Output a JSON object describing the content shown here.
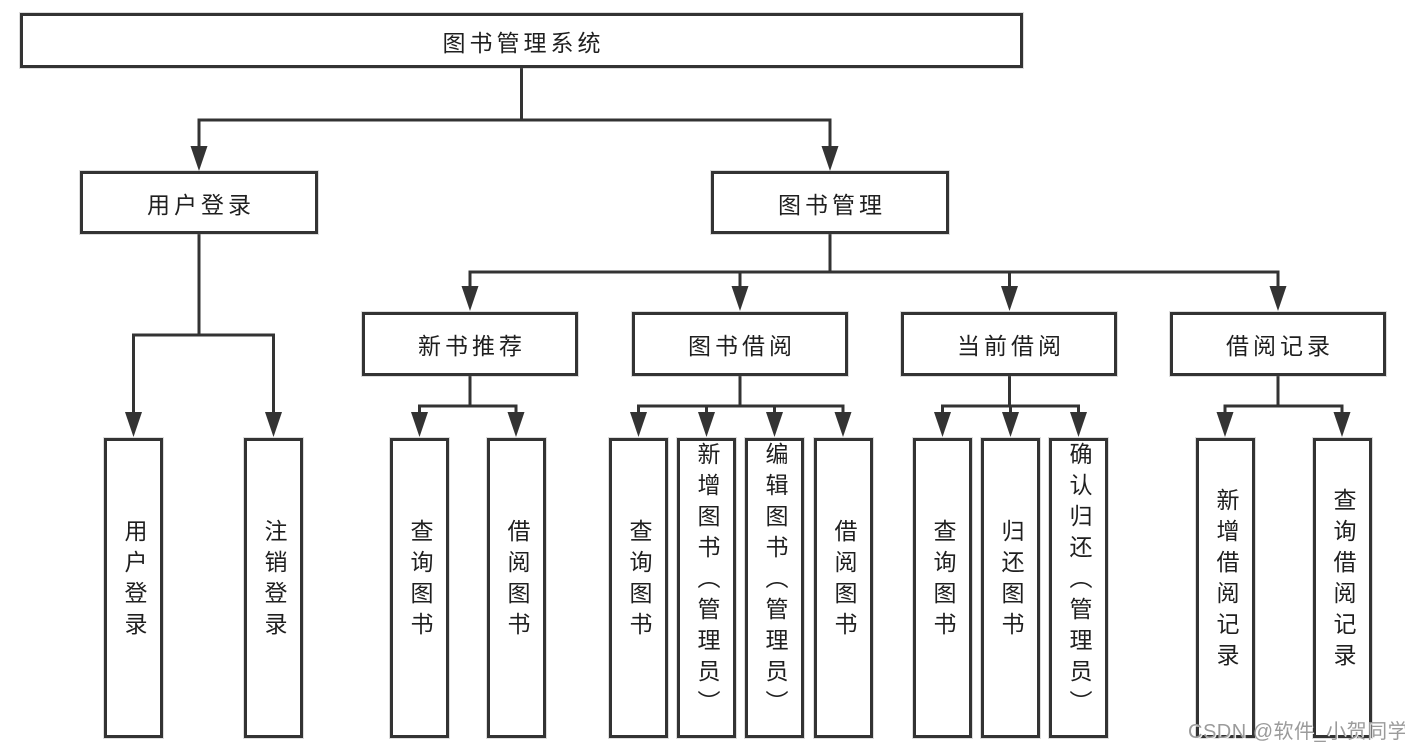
{
  "diagram": {
    "root": "图书管理系统",
    "user_login": {
      "label": "用户登录",
      "children": [
        "用户登录",
        "注销登录"
      ]
    },
    "book_mgmt": {
      "label": "图书管理",
      "new_books": {
        "label": "新书推荐",
        "children": [
          "查询图书",
          "借阅图书"
        ]
      },
      "borrowing": {
        "label": "图书借阅",
        "children": [
          "查询图书",
          "新增图书（管理员）",
          "编辑图书（管理员）",
          "借阅图书"
        ]
      },
      "current": {
        "label": "当前借阅",
        "children": [
          "查询图书",
          "归还图书",
          "确认归还（管理员）"
        ]
      },
      "records": {
        "label": "借阅记录",
        "children": [
          "新增借阅记录",
          "查询借阅记录"
        ]
      }
    }
  },
  "watermark": "CSDN @软件_小贺同学",
  "colors": {
    "line": "#333333",
    "text": "#1f1f1f",
    "watermark": "#9b9b9b",
    "background": "#ffffff"
  }
}
